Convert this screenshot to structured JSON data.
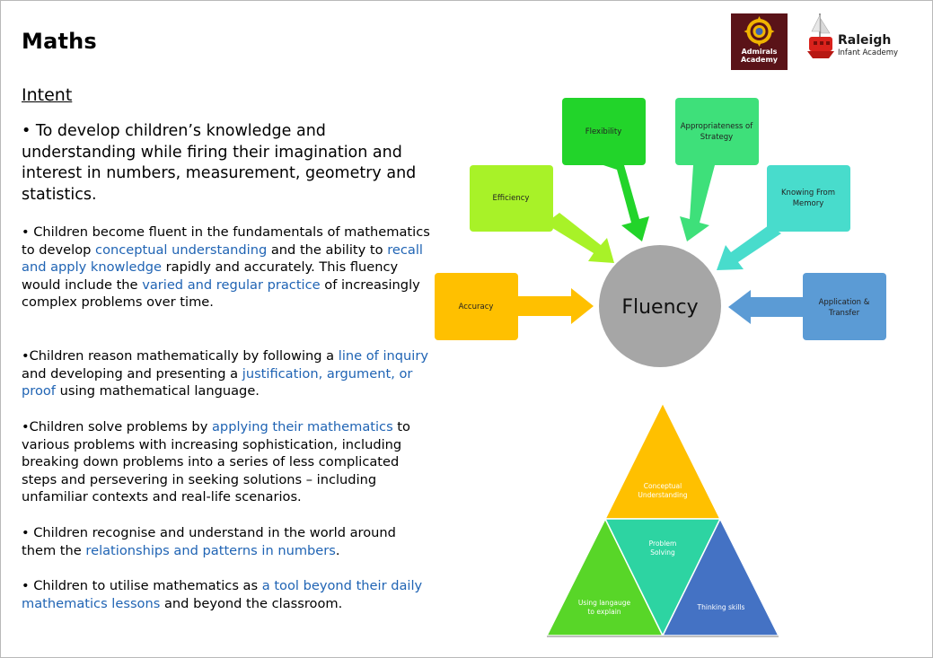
{
  "title": "Maths",
  "heading": "Intent",
  "points": {
    "p1": "• To develop children’s knowledge and understanding while firing their imagination and interest in numbers, measurement, geometry and statistics.",
    "p2": [
      "• Children become fluent in the fundamentals of mathematics to develop ",
      "conceptual understanding",
      " and the ability to ",
      "recall and apply knowledge",
      " rapidly and accurately. This fluency would include the ",
      "varied and regular practice",
      " of increasingly complex problems over time."
    ],
    "p3": [
      "•Children reason mathematically by following a ",
      "line of inquiry",
      " and developing and presenting a ",
      "justification, argument, or proof",
      " using mathematical language."
    ],
    "p4": [
      "•Children solve problems by ",
      "applying their mathematics",
      " to various problems with increasing sophistication, including breaking down problems into a series of less complicated steps and persevering in seeking solutions – including unfamiliar contexts and real-life scenarios."
    ],
    "p5": [
      "• Children recognise and understand in the world around them the ",
      "relationships and patterns in numbers",
      "."
    ],
    "p6": [
      "• Children to utilise mathematics as ",
      "a tool beyond their daily mathematics lessons",
      " and beyond the classroom."
    ]
  },
  "logos": {
    "admirals_line1": "Admirals",
    "admirals_line2": "Academy",
    "raleigh_name": "Raleigh",
    "raleigh_sub": "Infant Academy"
  },
  "fluency": {
    "center": "Fluency",
    "flexibility": "Flexibility",
    "appropriateness_1": "Appropriateness of",
    "appropriateness_2": "Strategy",
    "efficiency": "Efficiency",
    "knowing_1": "Knowing From",
    "knowing_2": "Memory",
    "accuracy": "Accuracy",
    "application_1": "Application &",
    "application_2": "Transfer"
  },
  "triangle": {
    "top_1": "Conceptual",
    "top_2": "Understanding",
    "middle_1": "Problem",
    "middle_2": "Solving",
    "left_1": "Using langauge",
    "left_2": "to explain",
    "right": "Thinking skills"
  },
  "colors": {
    "link": "#2064b4",
    "flexibility": "#22d42a",
    "appropriateness": "#3ee07a",
    "efficiency": "#a8f228",
    "knowing": "#48dccc",
    "accuracy": "#ffc000",
    "application": "#5b9bd5",
    "fluency_circle": "#a6a6a6",
    "tri_top": "#ffc000",
    "tri_middle": "#2dd4a2",
    "tri_left": "#58d628",
    "tri_right": "#4472c4"
  }
}
